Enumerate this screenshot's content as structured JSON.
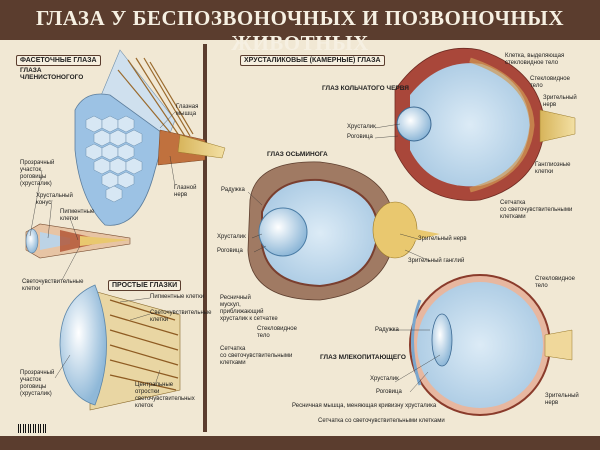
{
  "title": "ГЛАЗА У БЕСПОЗВОНОЧНЫХ И ПОЗВОНОЧНЫХ ЖИВОТНЫХ",
  "sections": {
    "faceted": "ФАСЕТОЧНЫЕ ГЛАЗА",
    "simple": "ПРОСТЫЕ ГЛАЗКИ",
    "camera": "ХРУСТАЛИКОВЫЕ (КАМЕРНЫЕ) ГЛАЗА"
  },
  "faceted_labels": {
    "arthropod_eye": "ГЛАЗА\nЧЛЕНИСТОНОГОГО",
    "eye_muscle": "Глазная\nмышца",
    "optic_nerve": "Глазной\nнерв",
    "transparent_cornea": "Прозрачный\nучасток\nроговицы\n(хрусталик)",
    "crystal_cone": "Хрустальный\nконус",
    "pigment_cells": "Пигментные\nклетки",
    "photosensitive_cells": "Светочувствительные\nклетки"
  },
  "simple_labels": {
    "pigment_cells": "Пигментные клетки",
    "photosensitive_cells": "Светочувствительные\nклетки",
    "transparent_cornea": "Прозрачный\nучасток\nроговицы\n(хрусталик)",
    "central_processes": "Центральные\nотростки\nсветочувствительных\nклеток"
  },
  "annelid_labels": {
    "title": "ГЛАЗ КОЛЬЧАТОГО ЧЕРВЯ",
    "secreting_cell": "Клетка, выделяющая\nстекловидное тело",
    "vitreous": "Стекловидное\nтело",
    "optic_nerve": "Зрительный\nнерв",
    "lens": "Хрусталик",
    "cornea": "Роговица",
    "ganglion_cells": "Ганглиозные\nклетки",
    "retina": "Сетчатка\nсо светочувствительными\nклетками"
  },
  "octopus_labels": {
    "title": "ГЛАЗ ОСЬМИНОГА",
    "iris": "Радужка",
    "lens": "Хрусталик",
    "cornea": "Роговица",
    "optic_nerve": "Зрительный нерв",
    "optic_ganglion": "Зрительный ганглий",
    "ciliary_muscle": "Ресничный\nмускул,\nприближающий\nхрусталик к сетчатке",
    "vitreous": "Стекловидное\nтело",
    "retina": "Сетчатка\nсо светочувствительными\nклетками"
  },
  "mammal_labels": {
    "title": "ГЛАЗ МЛЕКОПИТАЮЩЕГО",
    "vitreous": "Стекловидное\nтело",
    "iris": "Радужка",
    "lens": "Хрусталик",
    "cornea": "Роговица",
    "ciliary_muscle": "Ресничная мышца, меняющая кривизну хрусталика",
    "retina": "Сетчатка со светочувствительными клетками",
    "optic_nerve": "Зрительный\nнерв"
  },
  "colors": {
    "frame": "#5b3d2e",
    "background": "#f1e8d4",
    "lens_blue": "#b9d6ec",
    "tissue_red": "#a9473a",
    "nerve_yellow": "#e3c66b"
  }
}
